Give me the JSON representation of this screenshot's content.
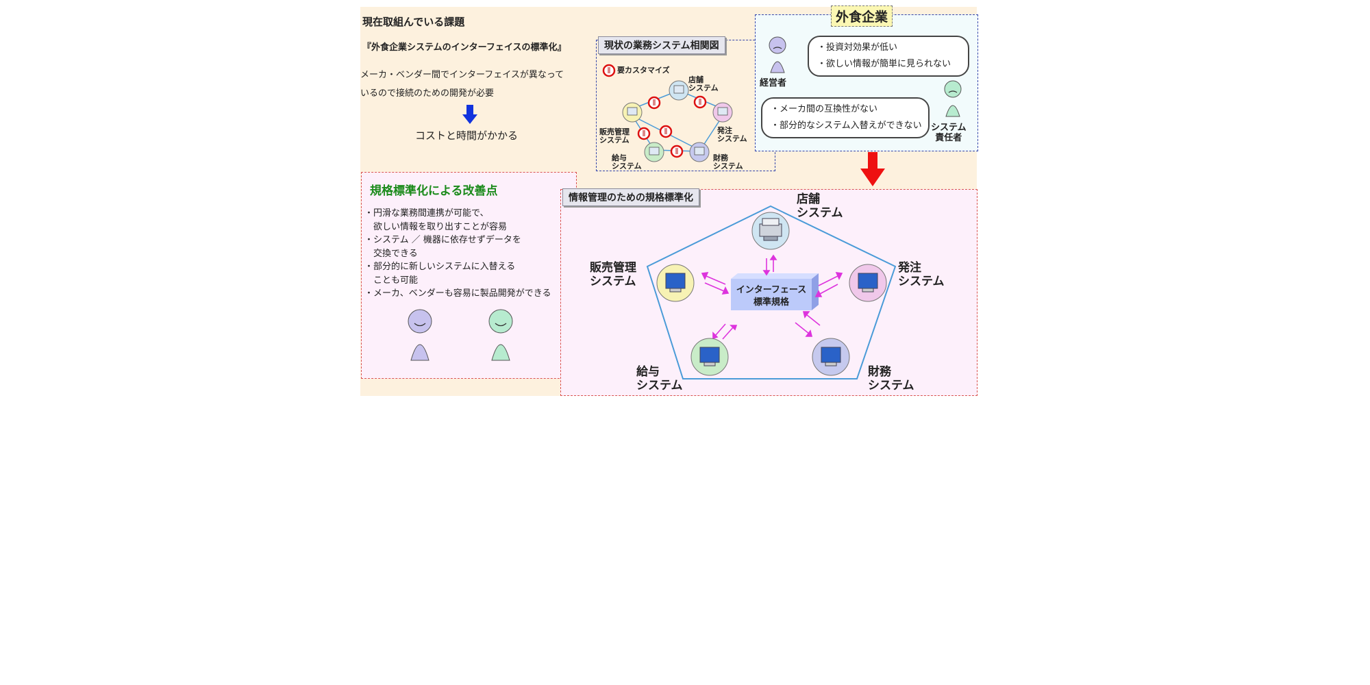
{
  "current": {
    "heading": "現在取組んでいる課題",
    "subtitle": "『外食企業システムのインターフェイスの標準化』",
    "desc_line1": "メーカ・ベンダー間でインターフェイスが異なって",
    "desc_line2": "いるので接続のための開発が必要",
    "result": "コストと時間がかかる"
  },
  "current_system": {
    "label": "現状の業務システム相関図",
    "legend": "要カスタマイズ",
    "nodes": {
      "store": [
        "店舗",
        "システム"
      ],
      "order": [
        "発注",
        "システム"
      ],
      "sales": [
        "販売管理",
        "システム"
      ],
      "payroll": [
        "給与",
        "システム"
      ],
      "finance": [
        "財務",
        "システム"
      ]
    }
  },
  "company": {
    "title": "外食企業",
    "manager_label": "経営者",
    "manager_points": [
      "・投資対効果が低い",
      "・欲しい情報が簡単に見られない"
    ],
    "sysadmin_points": [
      "・メーカ間の互換性がない",
      "・部分的なシステム入替えができない"
    ],
    "sysadmin_label_1": "システム",
    "sysadmin_label_2": "責任者"
  },
  "improvement": {
    "title": "規格標準化による改善点",
    "items": [
      "・円滑な業務間連携が可能で、",
      "　欲しい情報を取り出すことが容易",
      "・システム ／ 機器に依存せずデータを",
      "　交換できる",
      "・部分的に新しいシステムに入替える",
      "　ことも可能",
      "・メーカ、ベンダーも容易に製品開発ができる"
    ]
  },
  "standard": {
    "label": "情報管理のための規格標準化",
    "center_1": "インターフェース",
    "center_2": "標準規格",
    "nodes": {
      "store": [
        "店舗",
        "システム"
      ],
      "order": [
        "発注",
        "システム"
      ],
      "sales": [
        "販売管理",
        "システム"
      ],
      "payroll": [
        "給与",
        "システム"
      ],
      "finance": [
        "財務",
        "システム"
      ]
    }
  },
  "colors": {
    "panel_bg": "#fdf1de",
    "pink_panel": "#fdf0fb",
    "red_dash": "#d9534f",
    "blue_dash": "#3344aa",
    "green_title": "#1a8a1a",
    "arrow_red": "#ee1111",
    "arrow_blue": "#1133dd",
    "arrow_magenta": "#dd33dd",
    "pentagon_line": "#4a9bd8"
  },
  "icons": [
    "arrow-down-icon",
    "computer-icon",
    "printer-icon",
    "person-icon",
    "customize-icon"
  ]
}
